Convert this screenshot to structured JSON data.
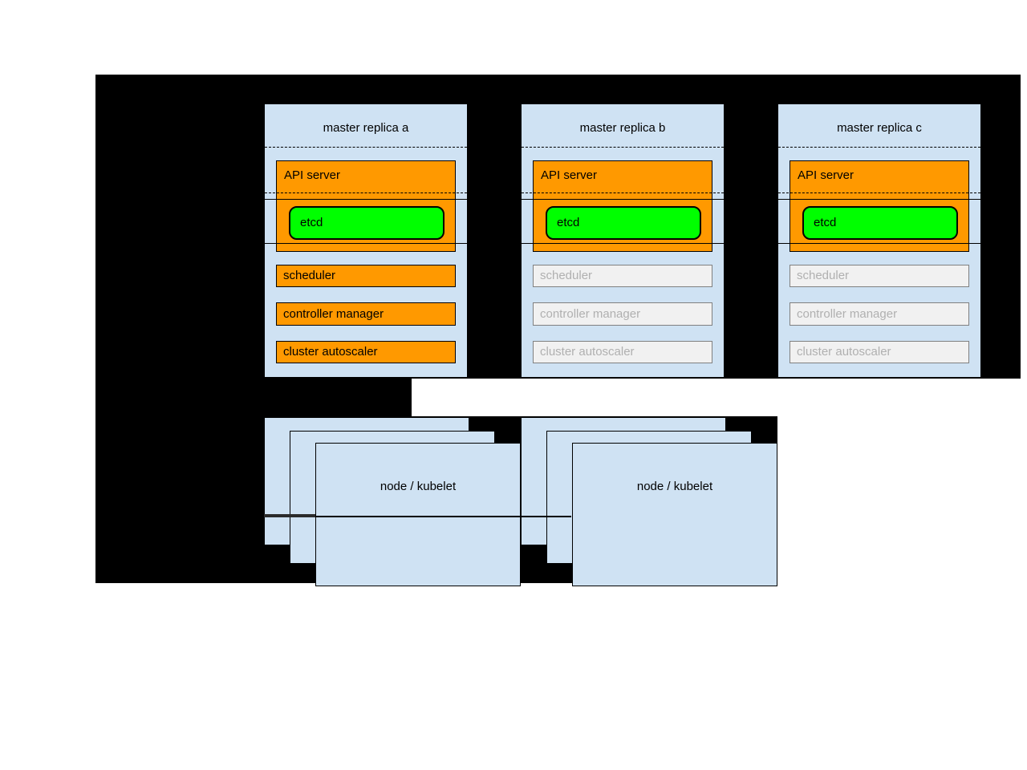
{
  "masters": [
    {
      "title": "master replica a",
      "api_server_label": "API server",
      "etcd_label": "etcd",
      "scheduler_label": "scheduler",
      "controller_manager_label": "controller manager",
      "cluster_autoscaler_label": "cluster autoscaler",
      "state": "active"
    },
    {
      "title": "master replica b",
      "api_server_label": "API server",
      "etcd_label": "etcd",
      "scheduler_label": "scheduler",
      "controller_manager_label": "controller manager",
      "cluster_autoscaler_label": "cluster autoscaler",
      "state": "standby"
    },
    {
      "title": "master replica c",
      "api_server_label": "API server",
      "etcd_label": "etcd",
      "scheduler_label": "scheduler",
      "controller_manager_label": "controller manager",
      "cluster_autoscaler_label": "cluster autoscaler",
      "state": "standby"
    }
  ],
  "nodes": [
    {
      "label": "node / kubelet"
    },
    {
      "label": "node / kubelet"
    }
  ],
  "colors": {
    "backdrop": "#000000",
    "panel_blue": "#cfe2f3",
    "active_orange": "#ff9900",
    "etcd_green": "#00ff00",
    "standby_fill": "#f1f1f1",
    "standby_border": "#808080",
    "standby_text": "#b0b0b0"
  }
}
